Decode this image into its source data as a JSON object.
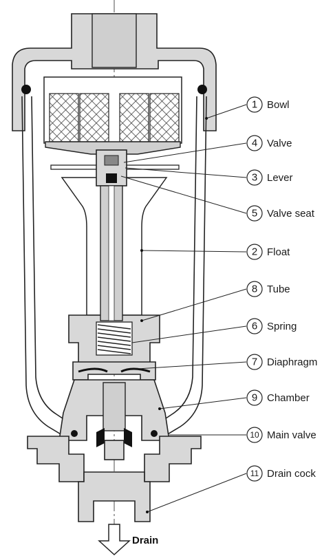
{
  "parts": [
    {
      "number": "1",
      "name": "Bowl"
    },
    {
      "number": "4",
      "name": "Valve"
    },
    {
      "number": "3",
      "name": "Lever"
    },
    {
      "number": "5",
      "name": "Valve seat"
    },
    {
      "number": "2",
      "name": "Float"
    },
    {
      "number": "8",
      "name": "Tube"
    },
    {
      "number": "6",
      "name": "Spring"
    },
    {
      "number": "7",
      "name": "Diaphragm"
    },
    {
      "number": "9",
      "name": "Chamber"
    },
    {
      "number": "10",
      "name": "Main valve"
    },
    {
      "number": "11",
      "name": "Drain cock"
    }
  ],
  "flow": {
    "label": "Drain"
  },
  "colors": {
    "metal": "#d8d8d8",
    "outline": "#222222",
    "filter_mesh": "#555555"
  }
}
